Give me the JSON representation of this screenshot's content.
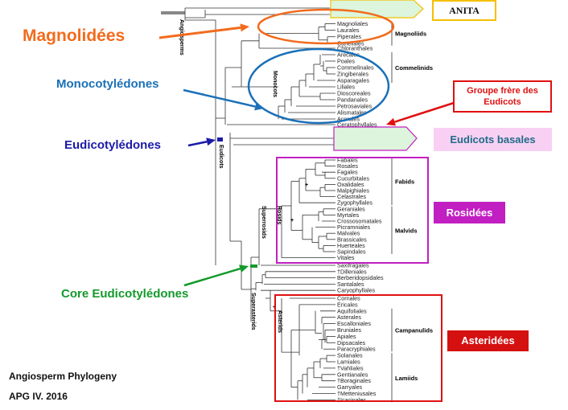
{
  "labels": {
    "magnolidees": "Magnolidées",
    "monocots": "Monocotylédones",
    "eudicots": "Eudicotylédones",
    "core_eudicots": "Core Eudicotylédones",
    "groupe_frere": "Groupe frère des Eudicots",
    "eudicots_basales": "Eudicots basales",
    "rosidees": "Rosidées",
    "asteridees": "Asteridées",
    "anita": "ANITA",
    "footer_line1": "Angiosperm Phylogeny",
    "footer_line2": "APG IV. 2016"
  },
  "clade_labels": {
    "magnoliids": "Magnoliids",
    "commelinids": "Commelinids",
    "fabids": "Fabids",
    "malvids": "Malvids",
    "campanulids": "Campanulids",
    "lamiids": "Lamiids"
  },
  "vertical_labels": {
    "angiosperms": "Angiosperms",
    "monocots": "Monocots",
    "eudicots": "Eudicots",
    "superrosids": "Superrosids",
    "rosids": "Rosids",
    "superasterids": "Superasterids",
    "asterids": "Asterids"
  },
  "taxa": {
    "magnoliids": [
      "Magnoliales",
      "Laurales",
      "Piperales",
      "Canellales"
    ],
    "monocots": [
      "Chloranthales",
      "Arecales",
      "Poales",
      "Commelinales",
      "Zingiberales",
      "Asparagales",
      "Liliales",
      "Dioscoreales",
      "Pandanales",
      "Petrosaviales",
      "Alismatales",
      "Acorales"
    ],
    "sister": [
      "Ceratophyllales"
    ],
    "rosids": [
      "Fabales",
      "Rosales",
      "Fagales",
      "Cucurbitales",
      "Oxalidales",
      "Malpighiales",
      "Celastrales",
      "Zygophyllales",
      "Geraniales",
      "Myrtales",
      "Crossosomatales",
      "Picramniales",
      "Malvales",
      "Brassicales",
      "Huerteales",
      "Sapindales",
      "Vitales"
    ],
    "superasterids": [
      "Saxifragales",
      "†Dilleniales",
      "Berberidopsidales",
      "Santalales",
      "Caryophyllales"
    ],
    "asterids": [
      "Cornales",
      "Ericales",
      "Aquifoliales",
      "Asterales",
      "Escalloniales",
      "Bruniales",
      "Apiales",
      "Dipsacales",
      "Paracryphiales",
      "Solanales",
      "Lamiales",
      "†Vahliales",
      "Gentianales",
      "†Boraginales",
      "Garryales",
      "†Metteniusales",
      "†Icacinales"
    ]
  },
  "colors": {
    "orange": "#f26b1d",
    "blue": "#1a70b8",
    "navy": "#1c1aa8",
    "green": "#139a2a",
    "red": "#e01010",
    "magenta": "#c21fc2",
    "gold": "#f5c000",
    "box_green": "#dcf5dc",
    "box_pink": "#f7d0f4",
    "eudicot_text": "#1f6c86"
  }
}
